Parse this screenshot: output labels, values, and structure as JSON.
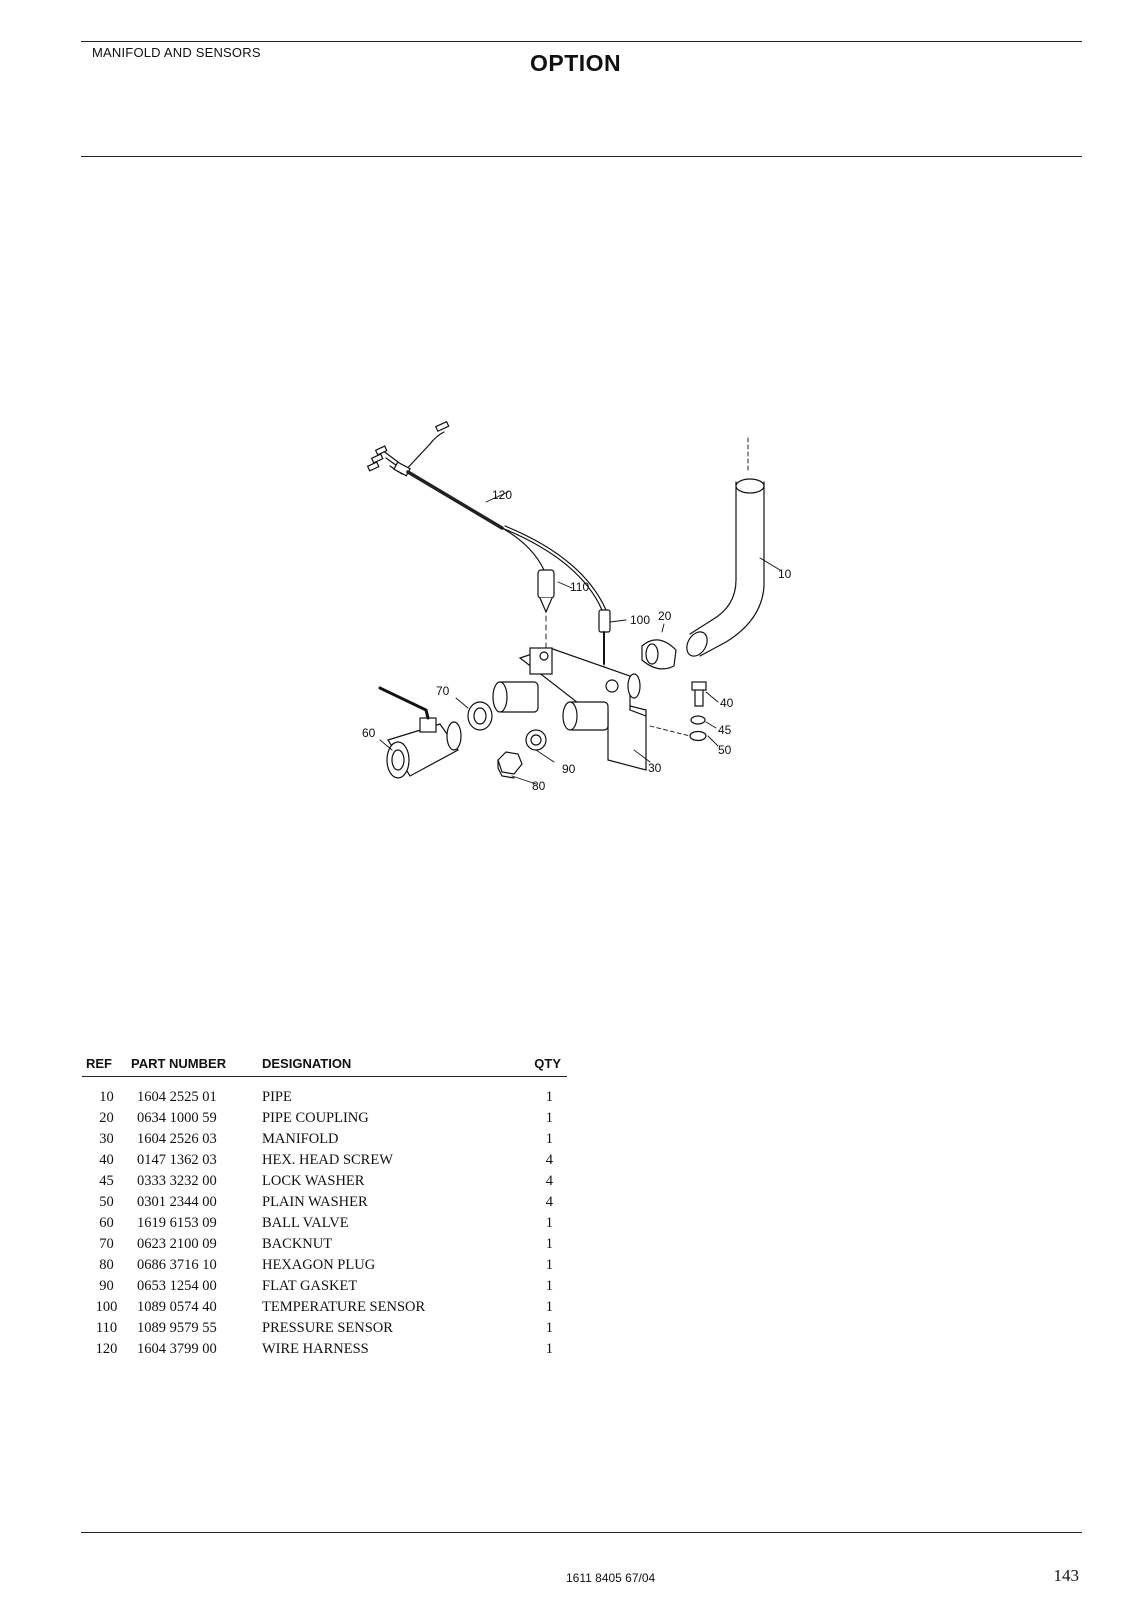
{
  "header": {
    "section_title": "MANIFOLD AND SENSORS",
    "option_title": "OPTION"
  },
  "diagram": {
    "callouts": [
      "10",
      "20",
      "30",
      "40",
      "45",
      "50",
      "60",
      "70",
      "80",
      "90",
      "100",
      "110",
      "120"
    ]
  },
  "parts_table": {
    "headers": {
      "ref": "REF",
      "part_number": "PART NUMBER",
      "designation": "DESIGNATION",
      "qty": "QTY"
    },
    "rows": [
      {
        "ref": "10",
        "part_number": "1604 2525 01",
        "designation": "PIPE",
        "qty": "1"
      },
      {
        "ref": "20",
        "part_number": "0634 1000 59",
        "designation": "PIPE COUPLING",
        "qty": "1"
      },
      {
        "ref": "30",
        "part_number": "1604 2526 03",
        "designation": "MANIFOLD",
        "qty": "1"
      },
      {
        "ref": "40",
        "part_number": "0147 1362 03",
        "designation": "HEX. HEAD SCREW",
        "qty": "4"
      },
      {
        "ref": "45",
        "part_number": "0333 3232 00",
        "designation": "LOCK WASHER",
        "qty": "4"
      },
      {
        "ref": "50",
        "part_number": "0301 2344 00",
        "designation": "PLAIN WASHER",
        "qty": "4"
      },
      {
        "ref": "60",
        "part_number": "1619 6153 09",
        "designation": "BALL VALVE",
        "qty": "1"
      },
      {
        "ref": "70",
        "part_number": "0623 2100 09",
        "designation": "BACKNUT",
        "qty": "1"
      },
      {
        "ref": "80",
        "part_number": "0686 3716 10",
        "designation": "HEXAGON PLUG",
        "qty": "1"
      },
      {
        "ref": "90",
        "part_number": "0653 1254 00",
        "designation": "FLAT GASKET",
        "qty": "1"
      },
      {
        "ref": "100",
        "part_number": "1089 0574 40",
        "designation": "TEMPERATURE SENSOR",
        "qty": "1"
      },
      {
        "ref": "110",
        "part_number": "1089 9579 55",
        "designation": "PRESSURE SENSOR",
        "qty": "1"
      },
      {
        "ref": "120",
        "part_number": "1604 3799 00",
        "designation": "WIRE HARNESS",
        "qty": "1"
      }
    ]
  },
  "footer": {
    "doc_number": "1611 8405 67/04",
    "page_number": "143"
  }
}
